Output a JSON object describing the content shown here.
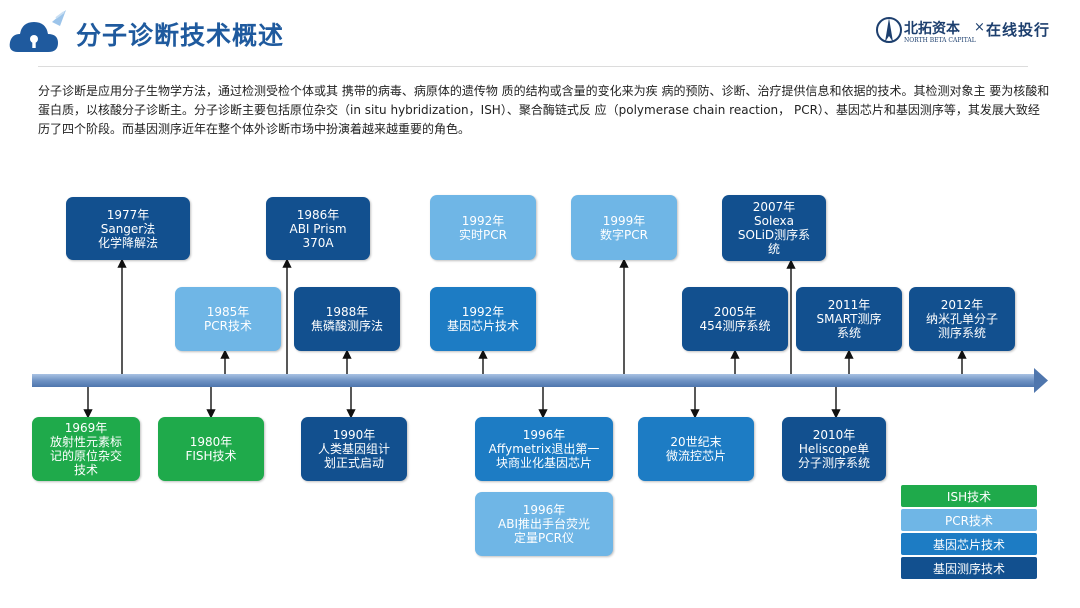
{
  "header": {
    "title": "分子诊断技术概述",
    "logo_cn": "北拓资本",
    "logo_en": "NORTH BETA CAPITAL",
    "logo_separator": "×",
    "logo_partner": "在线投行"
  },
  "intro": "分子诊断是应用分子生物学方法，通过检测受检个体或其 携带的病毒、病原体的遗传物 质的结构或含量的变化来为疾 病的预防、诊断、治疗提供信息和依据的技术。其检测对象主 要为核酸和蛋白质，以核酸分子诊断主。分子诊断主要包括原位杂交（in situ hybridization，ISH）、聚合酶链式反 应（polymerase chain reaction， PCR）、基因芯片和基因测序等，其发展大致经历了四个阶段。而基因测序近年在整个体外诊断市场中扮演着越来越重要的角色。",
  "colors": {
    "ish": "#1faa4b",
    "pcr": "#6fb6e6",
    "chip": "#1d7cc4",
    "seq": "#12508f",
    "axis": "#6f93c4"
  },
  "events_above": [
    {
      "text": "1977年\nSanger法\n化学降解法",
      "category": "seq"
    },
    {
      "text": "1986年\nABI Prism\n370A",
      "category": "seq"
    },
    {
      "text": "1992年\n实时PCR",
      "category": "pcr"
    },
    {
      "text": "1999年\n数字PCR",
      "category": "pcr"
    },
    {
      "text": "2007年\nSolexa\nSOLiD测序系\n统",
      "category": "seq"
    },
    {
      "text": "1985年\nPCR技术",
      "category": "pcr"
    },
    {
      "text": "1988年\n焦磷酸测序法",
      "category": "seq"
    },
    {
      "text": "1992年\n基因芯片技术",
      "category": "chip"
    },
    {
      "text": "2005年\n454测序系统",
      "category": "seq"
    },
    {
      "text": "2011年\nSMART测序\n系统",
      "category": "seq"
    },
    {
      "text": "2012年\n纳米孔单分子\n测序系统",
      "category": "seq"
    }
  ],
  "events_below": [
    {
      "text": "1969年\n放射性元素标\n记的原位杂交\n技术",
      "category": "ish"
    },
    {
      "text": "1980年\nFISH技术",
      "category": "ish"
    },
    {
      "text": "1990年\n人类基因组计\n划正式启动",
      "category": "seq"
    },
    {
      "text": "1996年\nAffymetrix退出第一\n块商业化基因芯片",
      "category": "chip"
    },
    {
      "text": "1996年\nABI推出手台荧光\n定量PCR仪",
      "category": "pcr"
    },
    {
      "text": "20世纪末\n微流控芯片",
      "category": "chip"
    },
    {
      "text": "2010年\nHeliscope单\n分子测序系统",
      "category": "seq"
    }
  ],
  "legend": [
    {
      "label": "ISH技术",
      "category": "ish"
    },
    {
      "label": "PCR技术",
      "category": "pcr"
    },
    {
      "label": "基因芯片技术",
      "category": "chip"
    },
    {
      "label": "基因测序技术",
      "category": "seq"
    }
  ]
}
